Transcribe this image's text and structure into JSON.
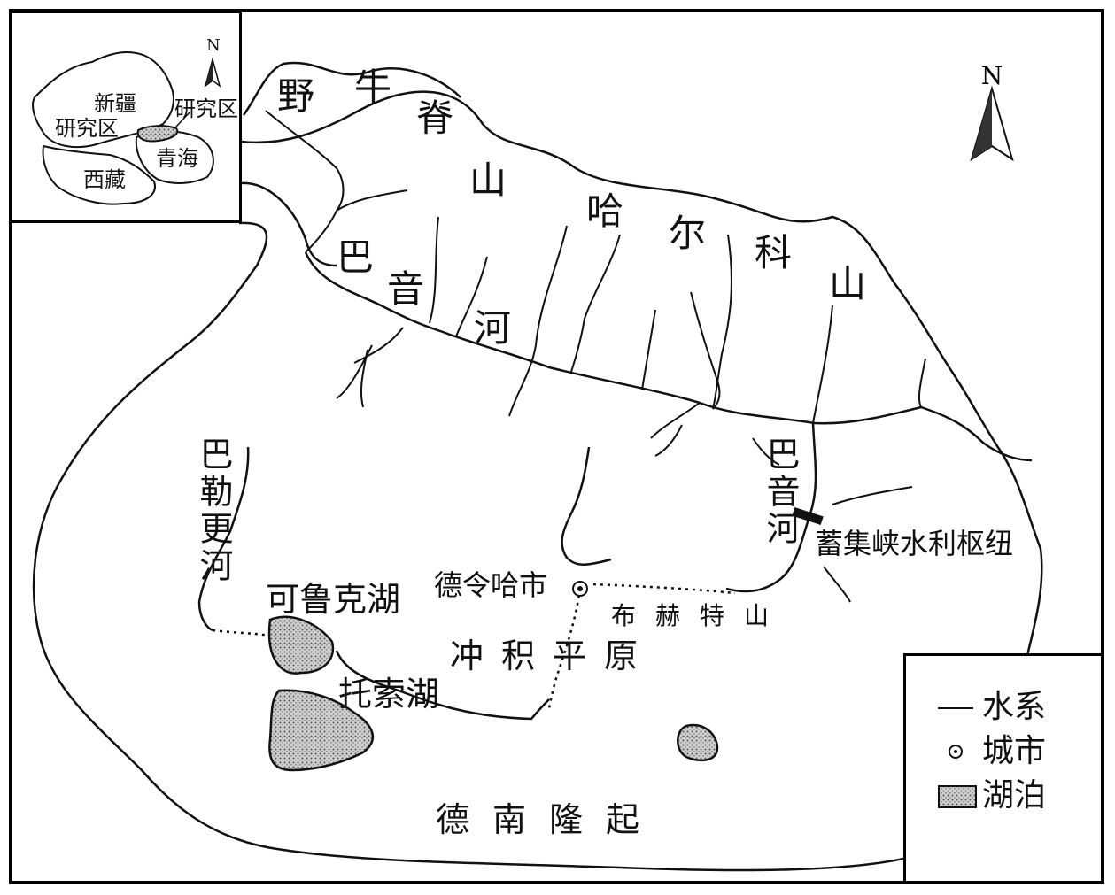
{
  "main_map": {
    "north_label": "N",
    "labels": {
      "yeniu_1": "野",
      "yeniu_2": "牛",
      "yeniu_3": "脊",
      "yeniu_4": "山",
      "haerke_1": "哈",
      "haerke_2": "尔",
      "haerke_3": "科",
      "haerke_4": "山",
      "bayin_n_1": "巴",
      "bayin_n_2": "音",
      "bayin_n_3": "河",
      "balegeng": "巴勒更河",
      "bayin_e": "巴音河",
      "reservoir": "蓄集峡水利枢纽",
      "city": "德令哈市",
      "buhete": "布赫特山",
      "kelukehu": "可鲁克湖",
      "tuosuohu": "托索湖",
      "plain": "冲积平原",
      "denan": "德南隆起"
    }
  },
  "inset": {
    "north_label": "N",
    "labels": {
      "xinjiang": "新疆",
      "study_area_right": "研究区",
      "study_area_left": "研究区",
      "qinghai": "青海",
      "xizang": "西藏"
    }
  },
  "legend": {
    "items": [
      {
        "symbol": "line",
        "label": "水系"
      },
      {
        "symbol": "city",
        "label": "城市"
      },
      {
        "symbol": "lake",
        "label": "湖泊"
      }
    ]
  },
  "colors": {
    "line": "#111111",
    "lake_fill": "#bdbdbd",
    "background": "#ffffff"
  }
}
